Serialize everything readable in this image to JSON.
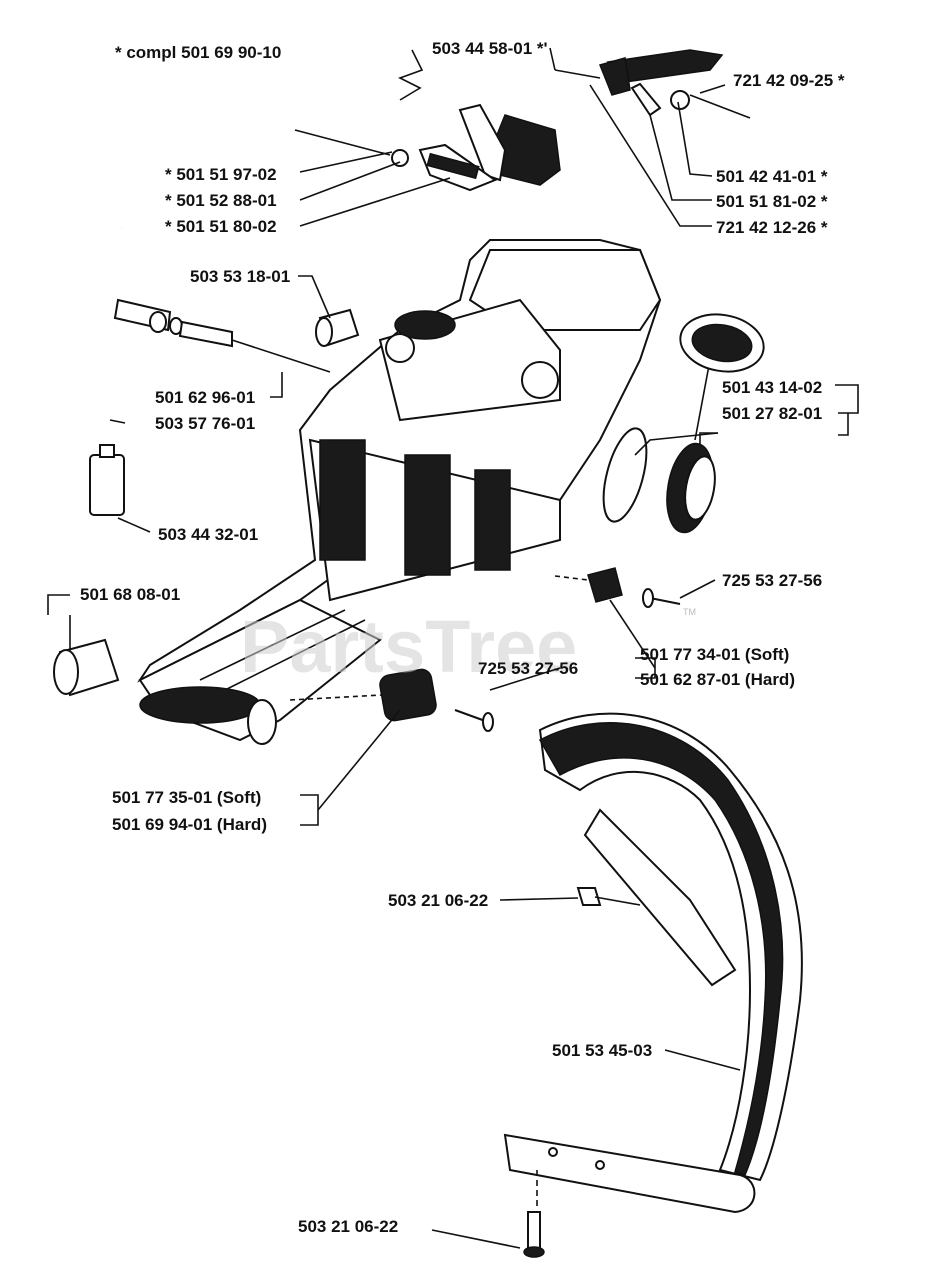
{
  "watermark": "PartsTree",
  "watermark_tm": "TM",
  "labels": {
    "compl": "*  compl 501 69 90-10",
    "p503445801": "503 44 58-01  *'",
    "p721420925": "721 42 09-25  *",
    "p501519702": "*  501 51 97-02",
    "p501528801": "*  501 52 88-01",
    "p501518002": "*  501 51 80-02",
    "p501424101": "501 42 41-01  *",
    "p501518102": "501 51 81-02  *",
    "p721421226": "721 42 12-26  *",
    "p503531801": "503 53 18-01",
    "p501629601": "501 62 96-01",
    "p503577601": "503 57 76-01",
    "p501431402": "501 43 14-02",
    "p501278201": "501 27 82-01",
    "p503443201": "503 44 32-01",
    "p501680801": "501 68 08-01",
    "p725532756a": "725 53 27-56",
    "p501773401": "501 77 34-01 (Soft)",
    "p501628701": "501 62 87-01 (Hard)",
    "p725532756b": "725 53 27-56",
    "p501773501": "501 77 35-01 (Soft)",
    "p501699401": "501 69 94-01 (Hard)",
    "p503210622a": "503 21 06-22",
    "p501534503": "501 53 45-03",
    "p503210622b": "503 21 06-22"
  }
}
